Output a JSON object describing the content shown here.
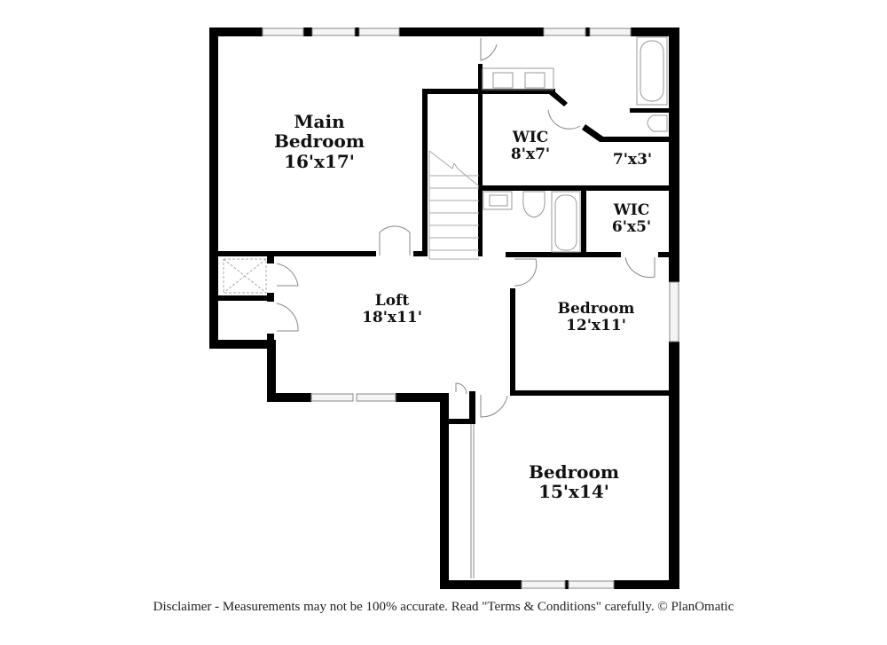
{
  "rooms": {
    "main_bedroom": {
      "name_line1": "Main",
      "name_line2": "Bedroom",
      "size": "16'x17'"
    },
    "wic_large": {
      "name": "WIC",
      "size": "8'x7'"
    },
    "main_bath": {
      "size": "7'x3'"
    },
    "wic_small": {
      "name": "WIC",
      "size": "6'x5'"
    },
    "loft": {
      "name": "Loft",
      "size": "18'x11'"
    },
    "bedroom_2": {
      "name": "Bedroom",
      "size": "12'x11'"
    },
    "bedroom_3": {
      "name": "Bedroom",
      "size": "15'x14'"
    }
  },
  "footer": {
    "disclaimer": "Disclaimer - Measurements may not be 100% accurate. Read \"Terms & Conditions\" carefully. © PlanOmatic"
  },
  "colors": {
    "wall": "#000000",
    "fixture": "#999999",
    "background": "#ffffff"
  }
}
